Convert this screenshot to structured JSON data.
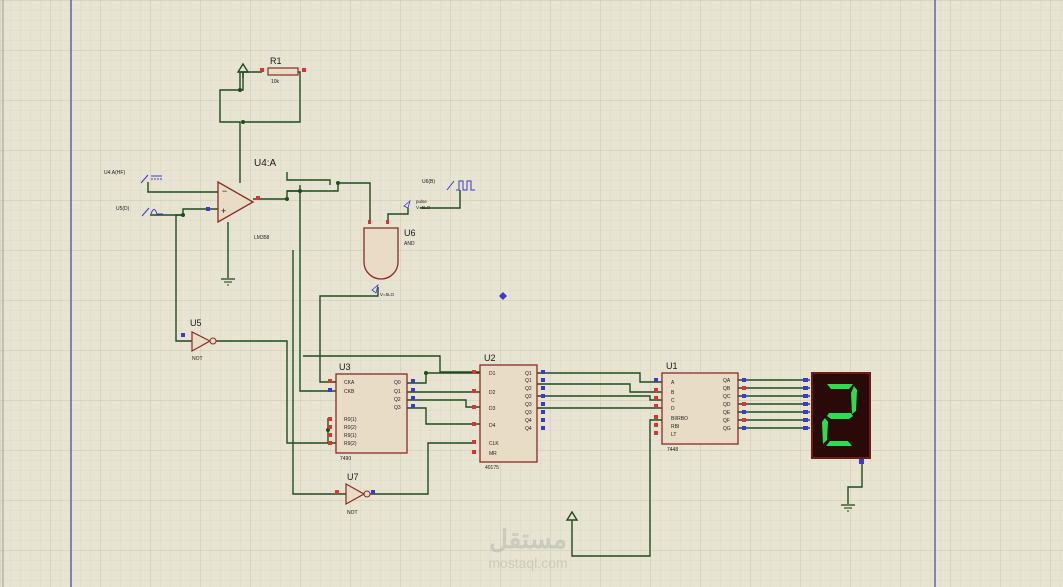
{
  "schematic": {
    "resistor": {
      "ref": "R1",
      "value": "10k"
    },
    "opamp": {
      "ref": "U4:A",
      "part": "LM358"
    },
    "gen_dc": {
      "label": "U4.A(HF)"
    },
    "gen_sig": {
      "label": "U5(D)"
    },
    "gen_pulse": {
      "label": "U6(B)",
      "text1": "pulse",
      "text2": "V=5LO"
    },
    "and_gate": {
      "ref": "U6",
      "part": "AND",
      "probe": "V=5LO"
    },
    "not1": {
      "ref": "U5",
      "part": "NOT"
    },
    "not2": {
      "ref": "U7",
      "part": "NOT"
    },
    "counter": {
      "ref": "U3",
      "part": "7490",
      "left_pins": [
        "CKA",
        "CKB",
        "R0(1)",
        "R0(2)",
        "R9(1)",
        "R9(2)"
      ],
      "right_pins": [
        "Q0",
        "Q1",
        "Q2",
        "Q3"
      ]
    },
    "latch": {
      "ref": "U2",
      "part": "40175",
      "left_pins": [
        "D1",
        "D2",
        "D3",
        "D4",
        "CLK",
        "MR"
      ],
      "right_pins": [
        "Q1",
        "Q1",
        "Q2",
        "Q2",
        "Q3",
        "Q3",
        "Q4",
        "Q4"
      ]
    },
    "decoder": {
      "ref": "U1",
      "part": "7448",
      "left_pins": [
        "A",
        "B",
        "C",
        "D",
        "BI/RBO",
        "RBI",
        "LT"
      ],
      "right_pins": [
        "QA",
        "QB",
        "QC",
        "QD",
        "QE",
        "QF",
        "QG"
      ]
    },
    "display": {
      "digit": "2",
      "color": "#27e04a"
    },
    "watermark": {
      "line1": "مستقل",
      "line2": "mostaql.com"
    }
  }
}
